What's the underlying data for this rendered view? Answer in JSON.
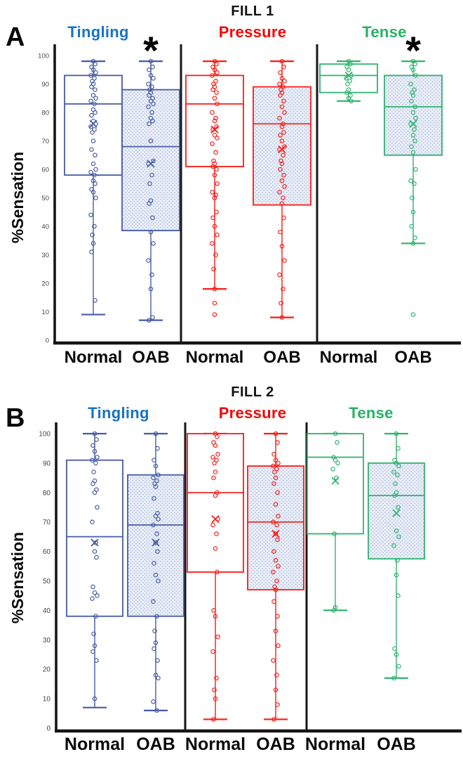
{
  "figure": {
    "panels": [
      {
        "letter": "A"
      },
      {
        "letter": "B"
      }
    ]
  },
  "colors": {
    "tingling_title": "#1673c4",
    "tingling_box": "#465ba3",
    "pressure_title": "#f50505",
    "pressure_box": "#fb1a15",
    "tense_title": "#27b165",
    "tense_box": "#2fb36e",
    "axis_black": "#161616",
    "tick_label": "#454545",
    "category_label": "#0a0a0a",
    "oab_fill_bg": "#e8edf7",
    "oab_fill_dot": "#afbddc",
    "significance": "#000000"
  },
  "chart_data": [
    {
      "type": "box",
      "panel": "A",
      "title": "FILL 1",
      "ylabel": "%Sensation",
      "ylim": [
        0,
        100
      ],
      "ytick_step": 10,
      "grid": false,
      "categories": [
        "Normal",
        "OAB"
      ],
      "sections": [
        {
          "label": "Tingling",
          "title_color": "#1673c4",
          "box_color": "#465ba3",
          "groups": [
            {
              "label": "Normal",
              "fill": "white",
              "whisker_low": 9,
              "q1": 58,
              "median": 83,
              "q3": 93,
              "whisker_high": 98,
              "mean": 76,
              "outliers": [],
              "points": [
                98,
                97,
                96,
                95,
                94,
                93,
                92,
                91,
                90,
                89,
                88,
                86,
                85,
                84,
                83,
                81,
                80,
                79,
                77,
                76,
                75,
                74,
                73,
                70,
                67,
                65,
                62,
                60,
                59,
                58,
                56,
                55,
                53,
                52,
                50,
                44,
                40,
                37,
                34,
                31,
                14
              ]
            },
            {
              "label": "OAB",
              "fill": "dots",
              "sig": "*",
              "whisker_low": 7,
              "q1": 38.5,
              "median": 68,
              "q3": 88,
              "whisker_high": 98,
              "mean": 62,
              "outliers": [],
              "points": [
                98,
                96,
                95,
                93,
                92,
                90,
                89,
                88,
                87,
                86,
                85,
                84,
                83,
                82,
                80,
                78,
                77,
                76,
                70,
                63,
                62,
                58,
                55,
                49,
                48,
                43,
                38,
                34,
                28,
                23,
                18,
                8,
                7
              ]
            }
          ]
        },
        {
          "label": "Pressure",
          "title_color": "#f50505",
          "box_color": "#fb1a15",
          "groups": [
            {
              "label": "Normal",
              "fill": "white",
              "whisker_low": 18,
              "q1": 61,
              "median": 83,
              "q3": 93,
              "whisker_high": 98,
              "mean": 74,
              "outliers": [
                13,
                9
              ],
              "points": [
                98,
                97,
                96,
                95,
                94,
                93,
                91,
                90,
                89,
                88,
                87,
                85,
                83,
                80,
                78,
                77,
                75,
                74,
                72,
                71,
                69,
                66,
                63,
                62,
                61,
                60,
                58,
                55,
                52,
                51,
                50,
                45,
                43,
                40,
                37,
                34,
                30,
                25,
                18
              ]
            },
            {
              "label": "OAB",
              "fill": "dots",
              "whisker_low": 8,
              "q1": 47.5,
              "median": 76,
              "q3": 89,
              "whisker_high": 98,
              "mean": 67,
              "outliers": [],
              "points": [
                98,
                96,
                94,
                92,
                91,
                90,
                89,
                88,
                87,
                86,
                84,
                82,
                80,
                78,
                76,
                75,
                73,
                72,
                70,
                68,
                67,
                65,
                63,
                62,
                60,
                58,
                56,
                54,
                52,
                50,
                48,
                43,
                38,
                33,
                28,
                23,
                18,
                13,
                8
              ]
            }
          ]
        },
        {
          "label": "Tense",
          "title_color": "#27b165",
          "box_color": "#2fb36e",
          "groups": [
            {
              "label": "Normal",
              "fill": "white",
              "whisker_low": 84,
              "q1": 87,
              "median": 93,
              "q3": 97,
              "whisker_high": 98,
              "mean": 93,
              "outliers": [],
              "points": [
                98,
                97,
                96,
                95,
                93,
                92,
                91,
                90,
                88,
                87,
                86,
                85,
                84
              ]
            },
            {
              "label": "OAB",
              "fill": "dots",
              "sig": "*",
              "whisker_low": 34,
              "q1": 65,
              "median": 82,
              "q3": 93,
              "whisker_high": 98,
              "mean": 76,
              "outliers": [
                9
              ],
              "points": [
                98,
                97,
                96,
                95,
                93,
                90,
                88,
                87,
                86,
                84,
                82,
                80,
                78,
                76,
                74,
                72,
                70,
                68,
                66,
                60,
                56,
                55,
                50,
                45,
                40,
                36,
                34
              ]
            }
          ]
        }
      ]
    },
    {
      "type": "box",
      "panel": "B",
      "title": "FILL 2",
      "ylabel": "%Sensation",
      "ylim": [
        0,
        100
      ],
      "ytick_step": 10,
      "grid": false,
      "categories": [
        "Normal",
        "OAB"
      ],
      "sections": [
        {
          "label": "Tingling",
          "title_color": "#1673c4",
          "box_color": "#465ba3",
          "groups": [
            {
              "label": "Normal",
              "fill": "white",
              "whisker_low": 7,
              "q1": 38,
              "median": 65,
              "q3": 91,
              "whisker_high": 100,
              "mean": 63,
              "outliers": [],
              "points": [
                100,
                98,
                96,
                94,
                92,
                91,
                90,
                87,
                84,
                83,
                81,
                80,
                75,
                70,
                63,
                60,
                58,
                48,
                46,
                45,
                44,
                38,
                32,
                28,
                26,
                23,
                10
              ]
            },
            {
              "label": "OAB",
              "fill": "dots",
              "whisker_low": 6,
              "q1": 38,
              "median": 69,
              "q3": 86,
              "whisker_high": 100,
              "mean": 63,
              "outliers": [],
              "points": [
                100,
                95,
                91,
                89,
                86,
                85,
                84,
                83,
                82,
                78,
                73,
                72,
                71,
                69,
                66,
                63,
                60,
                56,
                52,
                50,
                43,
                38,
                33,
                29,
                27,
                23,
                18,
                17,
                9,
                6
              ]
            }
          ]
        },
        {
          "label": "Pressure",
          "title_color": "#f50505",
          "box_color": "#fb1a15",
          "groups": [
            {
              "label": "Normal",
              "fill": "white",
              "whisker_low": 3,
              "q1": 53,
              "median": 80,
              "q3": 100,
              "whisker_high": 100,
              "mean": 71,
              "outliers": [],
              "points": [
                100,
                99,
                97,
                96,
                93,
                92,
                91,
                90,
                87,
                85,
                80,
                79,
                71,
                69,
                66,
                61,
                53,
                40,
                38,
                31,
                26,
                17,
                13,
                10,
                3
              ]
            },
            {
              "label": "OAB",
              "fill": "dots",
              "whisker_low": 3,
              "q1": 47,
              "median": 70,
              "q3": 89,
              "whisker_high": 100,
              "mean": 66,
              "outliers": [],
              "points": [
                100,
                97,
                93,
                91,
                90,
                89,
                88,
                87,
                85,
                83,
                80,
                76,
                72,
                70,
                69,
                66,
                64,
                60,
                57,
                55,
                53,
                50,
                48,
                47,
                43,
                38,
                33,
                28,
                23,
                18,
                13,
                8,
                3
              ]
            }
          ]
        },
        {
          "label": "Tense",
          "title_color": "#27b165",
          "box_color": "#2fb36e",
          "groups": [
            {
              "label": "Normal",
              "fill": "white",
              "whisker_low": 40,
              "q1": 66,
              "median": 92,
              "q3": 100,
              "whisker_high": 100,
              "mean": 84,
              "outliers": [],
              "points": [
                100,
                97,
                92,
                91,
                90,
                88,
                85,
                66,
                41,
                40
              ]
            },
            {
              "label": "OAB",
              "fill": "dots",
              "whisker_low": 17,
              "q1": 57.5,
              "median": 79,
              "q3": 90,
              "whisker_high": 100,
              "mean": 73,
              "outliers": [],
              "points": [
                100,
                95,
                91,
                90,
                89,
                87,
                86,
                83,
                80,
                79,
                75,
                67,
                65,
                62,
                57,
                52,
                45,
                27,
                25,
                21,
                17
              ]
            }
          ]
        }
      ]
    }
  ]
}
